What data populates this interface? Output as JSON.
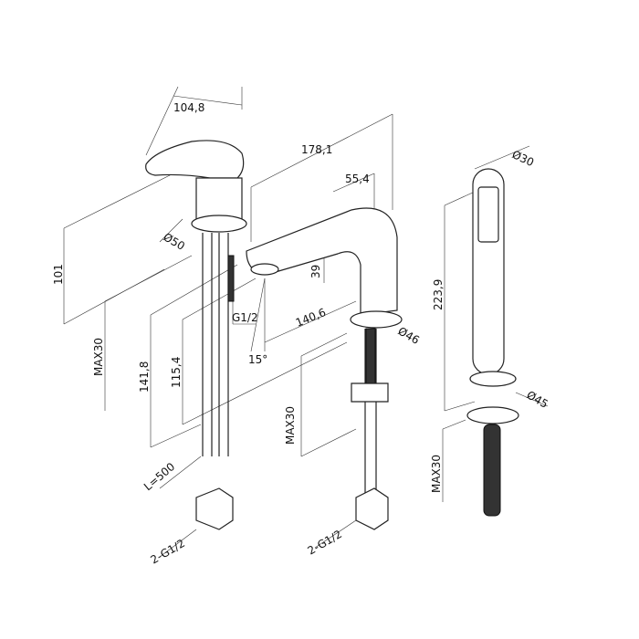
{
  "drawing": {
    "title": "Basin mixer three-hole installation drawing",
    "dimensions": {
      "handle_width": "104,8",
      "spout_reach": "178,1",
      "spout_offset": "55,4",
      "shower_diameter": "Ø30",
      "body_diameter": "Ø50",
      "body_height": "101",
      "max_deck_1": "MAX30",
      "total_height": "141,8",
      "outlet_height": "115,4",
      "spout_height": "39",
      "spout_length": "140,6",
      "spout_base_diameter": "Ø46",
      "connection": "G1/2",
      "angle": "15°",
      "shower_length": "223,9",
      "max_deck_2": "MAX30",
      "shower_base_diameter": "Ø45",
      "hose_length": "L=500",
      "hose_thread_1": "2-G1/2",
      "max_deck_3": "MAX30",
      "hose_thread_2": "2-G1/2"
    }
  }
}
